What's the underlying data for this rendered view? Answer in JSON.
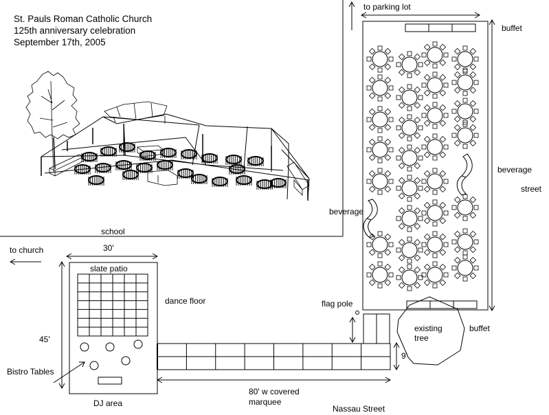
{
  "title": {
    "lines": [
      "St. Pauls Roman Catholic Church",
      "125th anniversary celebration",
      "September 17th, 2005"
    ]
  },
  "labels": {
    "school": "school",
    "to_parking_lot": "to parking lot",
    "buffet_top": "buffet",
    "beverage_right": "beverage",
    "street": "street",
    "beverage_left": "beverage",
    "to_church": "to church",
    "width_30": "30'",
    "slate_patio": "slate patio",
    "dance_floor": "dance floor",
    "height_45": "45'",
    "bistro_tables": "Bistro Tables",
    "dj_area": "DJ area",
    "flag_pole": "flag pole",
    "marquee_line1": "80' w covered",
    "marquee_line2": "marquee",
    "nassau_street": "Nassau Street",
    "existing_tree_line1": "existing",
    "existing_tree_line2": "tree",
    "buffet_bottom": "buffet",
    "width_9": "9'"
  },
  "tent": {
    "round_table_rows": 8,
    "round_table_cols": 4,
    "chairs_per_table": 8,
    "buffet_sections": 3,
    "serpentine_bars": 2
  },
  "patio": {
    "grid_cols": 6,
    "grid_rows": 7,
    "bistro_table_count": 5
  },
  "marquee": {
    "segments": 8,
    "rows": 2
  },
  "connector": {
    "segments": 2
  }
}
